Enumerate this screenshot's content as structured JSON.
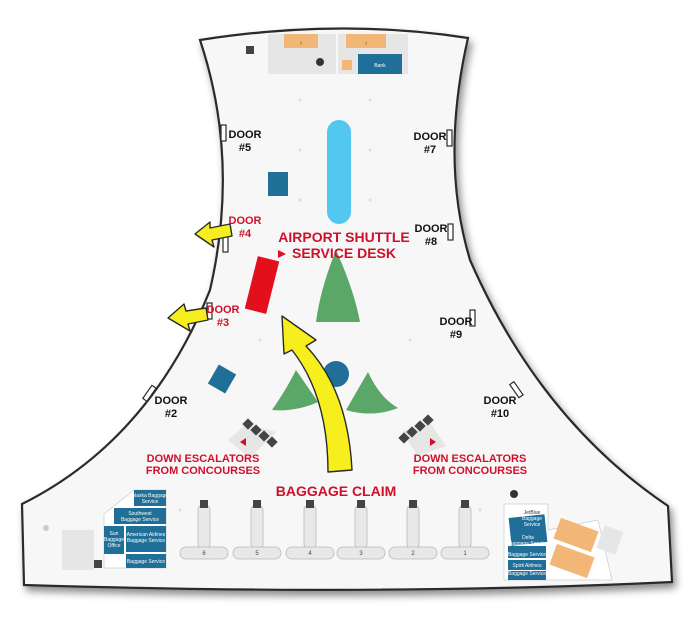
{
  "doors": {
    "d2": {
      "line1": "DOOR",
      "line2": "#2"
    },
    "d3": {
      "line1": "DOOR",
      "line2": "#3"
    },
    "d4": {
      "line1": "DOOR",
      "line2": "#4"
    },
    "d5": {
      "line1": "DOOR",
      "line2": "#5"
    },
    "d7": {
      "line1": "DOOR",
      "line2": "#7"
    },
    "d8": {
      "line1": "DOOR",
      "line2": "#8"
    },
    "d9": {
      "line1": "DOOR",
      "line2": "#9"
    },
    "d10": {
      "line1": "DOOR",
      "line2": "#10"
    }
  },
  "shuttle": {
    "line1": "AIRPORT SHUTTLE",
    "line2": "SERVICE DESK"
  },
  "escalators": {
    "line1": "DOWN ESCALATORS",
    "line2": "FROM CONCOURSES"
  },
  "baggage_claim": "BAGGAGE CLAIM",
  "carousels": [
    "6",
    "5",
    "4",
    "3",
    "2",
    "1"
  ],
  "services_left": {
    "s1a": "Alaska Baggage",
    "s1b": "Service",
    "s2a": "Southwest",
    "s2b": "Baggage Service",
    "s3a": "Sun",
    "s3b": "Baggage",
    "s3c": "Office",
    "s4a": "American Airlines",
    "s4b": "Baggage Service",
    "s5": "Baggage Service"
  },
  "services_right": {
    "r1a": "JetBlue",
    "r1b": "Baggage",
    "r1c": "Service",
    "r2a": "Delta",
    "r2b": "Baggage Service",
    "r3": "Baggage Service",
    "r4a": "Spirit Airlines",
    "r4b": "Baggage Service"
  },
  "top_rooms": {
    "bank": "Bank",
    "restroom_glyph": "i"
  },
  "colors": {
    "floor": "#f7f7f7",
    "outline": "#2a2a2a",
    "service_blue": "#1f6f99",
    "fountain": "#52c8f0",
    "green": "#5aa768",
    "shuttle_red": "#e30f1b",
    "arrow_yellow": "#f7ee1e",
    "room_orange": "#f2b776",
    "room_gray": "#e6e6e6",
    "label_red": "#d0102b"
  }
}
